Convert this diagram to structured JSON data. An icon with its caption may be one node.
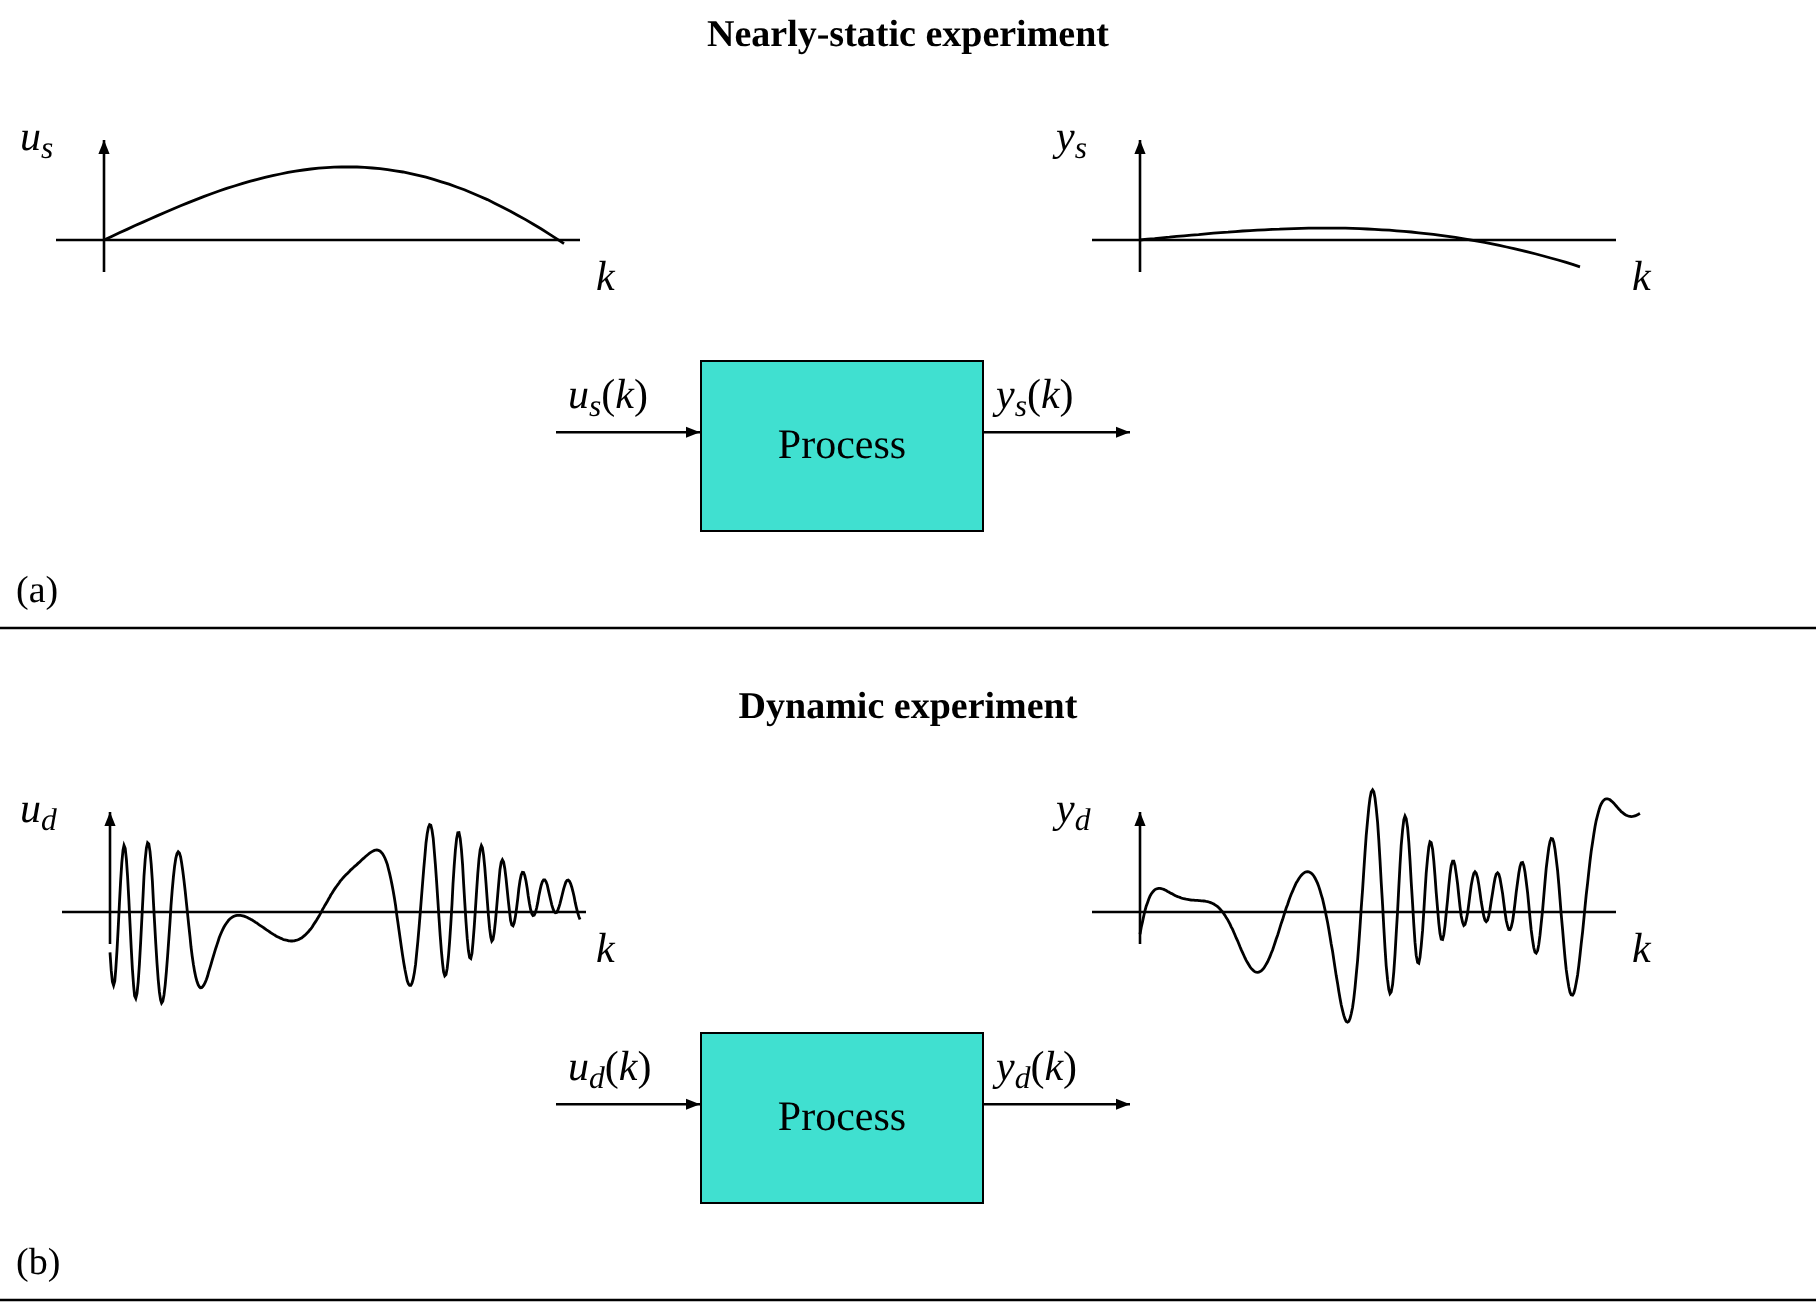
{
  "diagram": {
    "nodes": [
      {
        "text": [
          "Process"
        ]
      },
      {
        "text": [
          "Process"
        ]
      }
    ],
    "edges": [
      {
        "from": null,
        "to": 0,
        "arrow": "to",
        "label": "*u*$_{s}$(*k*)"
      },
      {
        "from": 0,
        "to": null,
        "arrow": "to",
        "label": "*y*$_{s}$(*k*)"
      },
      {
        "from": null,
        "to": 1,
        "arrow": "to",
        "label": "*u*$_{d}$(*k*)"
      },
      {
        "from": 1,
        "to": null,
        "arrow": "to",
        "label": "*y*$_{d}$(*k*)"
      }
    ],
    "labels": [
      "Nearly-static experiment",
      "u$_{s}$",
      "y$_{s}$",
      "k",
      "k",
      "(a)",
      "Dynamic experiment",
      "u$_{d}$",
      "y$_{d}$",
      "k",
      "k",
      "(b)"
    ]
  }
}
